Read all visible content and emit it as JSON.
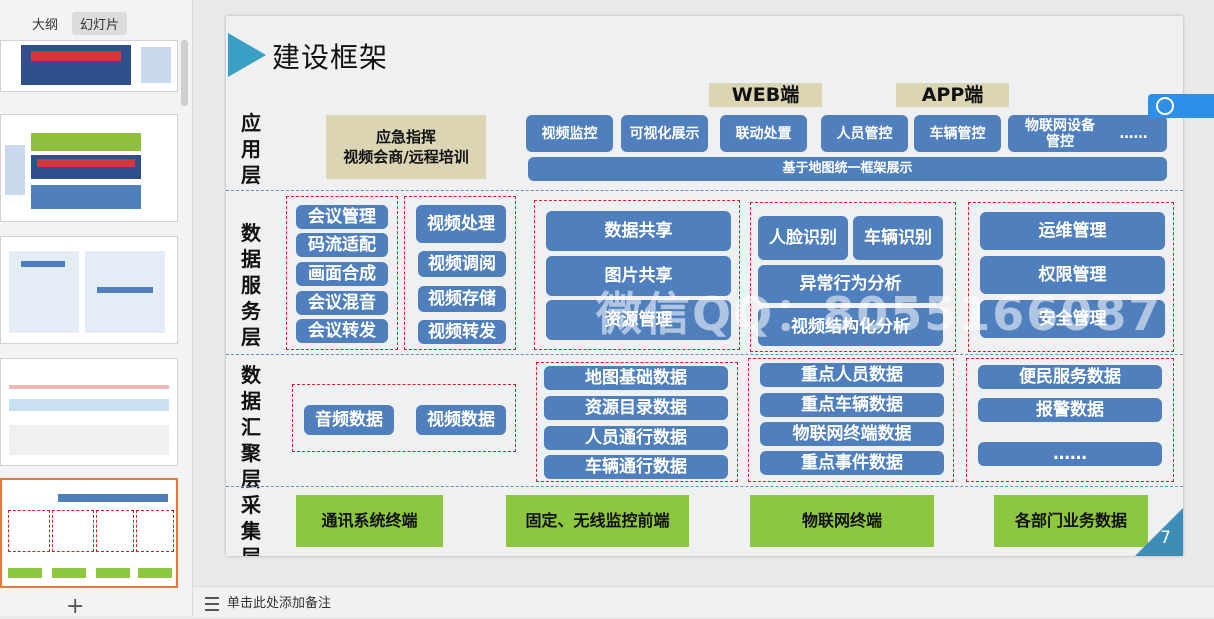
{
  "left_panel": {
    "tabs": [
      "大纲",
      "幻灯片"
    ],
    "add_slide_label": "+"
  },
  "notes": {
    "placeholder": "单击此处添加备注"
  },
  "slide": {
    "title": "建设框架",
    "page_number": "7",
    "watermark": "微信QQ：8055166087",
    "layers": {
      "app": "应用层",
      "data_service": "数据服务层",
      "data_aggregation": "数据汇聚层",
      "collection": "采集层"
    },
    "app_layer": {
      "web_label": "WEB端",
      "app_label": "APP端",
      "emergency_box": "应急指挥\n视频会商/远程培训",
      "modules": [
        "视频监控",
        "可视化展示",
        "联动处置",
        "人员管控",
        "车辆管控",
        "物联网设备管控",
        "……"
      ],
      "unified_bar": "基于地图统一框架展示"
    },
    "data_service_layer": {
      "group1": [
        "会议管理",
        "码流适配",
        "画面合成",
        "会议混音",
        "会议转发"
      ],
      "group2": [
        "视频处理",
        "视频调阅",
        "视频存储",
        "视频转发"
      ],
      "group3": [
        "数据共享",
        "图片共享",
        "资源管理"
      ],
      "group4_top": [
        "人脸识别",
        "车辆识别"
      ],
      "group4": [
        "异常行为分析",
        "视频结构化分析"
      ],
      "group5": [
        "运维管理",
        "权限管理",
        "安全管理"
      ]
    },
    "data_aggregation_layer": {
      "group1": [
        "音频数据",
        "视频数据"
      ],
      "group2": [
        "地图基础数据",
        "资源目录数据",
        "人员通行数据",
        "车辆通行数据"
      ],
      "group3": [
        "重点人员数据",
        "重点车辆数据",
        "物联网终端数据",
        "重点事件数据"
      ],
      "group4": [
        "便民服务数据",
        "报警数据",
        "……"
      ]
    },
    "collection_layer": [
      "通讯系统终端",
      "固定、无线监控前端",
      "物联网终端",
      "各部门业务数据"
    ]
  }
}
